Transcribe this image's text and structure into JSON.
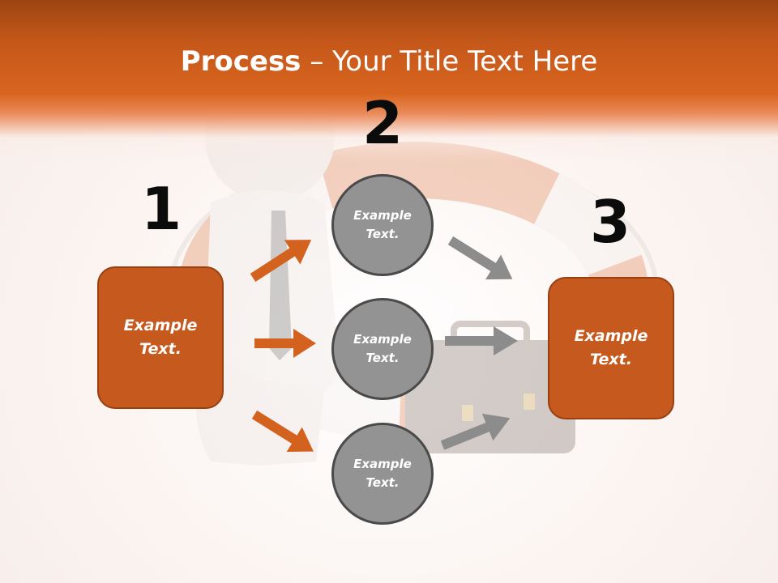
{
  "slide": {
    "title_bold": "Process",
    "title_rest": " – Your Title Text Here"
  },
  "steps": {
    "number_1": "1",
    "number_2": "2",
    "number_3": "3"
  },
  "boxes": {
    "left_text": "Example Text.",
    "right_text": "Example Text."
  },
  "circles": {
    "top_text": "Example Text.",
    "middle_text": "Example Text.",
    "bottom_text": "Example Text."
  },
  "colors": {
    "accent_orange": "#c65a1e",
    "circle_gray": "#939393",
    "arrow_gray": "#8c8c8c"
  }
}
